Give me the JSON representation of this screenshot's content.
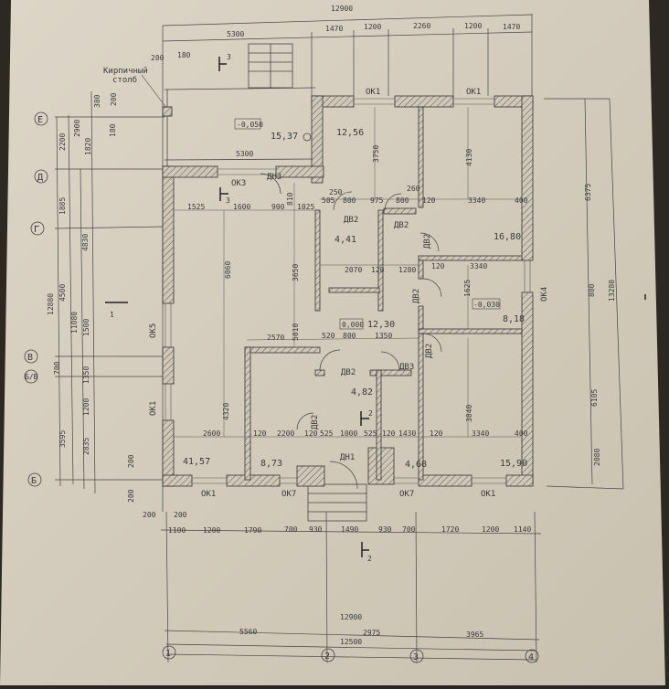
{
  "plan": {
    "top_dims": {
      "overall": "12900",
      "segments": [
        "5300",
        "1470",
        "1200",
        "2260",
        "1200",
        "1470"
      ],
      "small": [
        "200",
        "180"
      ]
    },
    "notes": {
      "brick_pillar": "Кирпичный",
      "brick_pillar_2": "столб"
    },
    "left_dims": {
      "outer": "12880",
      "mid1": "4500",
      "mid2": "11080",
      "segs_a": [
        "2200",
        "1885",
        "3595"
      ],
      "segs_b": [
        "2900",
        "4830"
      ],
      "segs_c": [
        "1820",
        "1500",
        "1350",
        "1200",
        "2835"
      ],
      "segs_d": [
        "380",
        "200",
        "180",
        "700",
        "200",
        "200"
      ]
    },
    "right_dims": {
      "outer": "13280",
      "segs": [
        "6375",
        "800",
        "6105",
        "2080"
      ]
    },
    "bottom_dims": {
      "small": [
        "200",
        "200"
      ],
      "row1": [
        "1100",
        "1200",
        "1790",
        "700",
        "930",
        "1490",
        "930",
        "700",
        "1720",
        "1200",
        "1140"
      ],
      "overall1": "12900",
      "row2": [
        "5560",
        "2975",
        "3965"
      ],
      "overall2": "12500"
    },
    "axes": {
      "vertical": [
        "1",
        "2",
        "3",
        "4"
      ],
      "horizontal": [
        "Е",
        "Д",
        "Г",
        "В",
        "Б/В",
        "Б"
      ]
    },
    "rooms": [
      {
        "area": "15,37",
        "level": "-0,050"
      },
      {
        "area": "12,56"
      },
      {
        "area": "16,80"
      },
      {
        "area": "4,41"
      },
      {
        "area": "12,30",
        "level": "0,000"
      },
      {
        "area": "8,18",
        "level": "-0,030"
      },
      {
        "area": "4,82"
      },
      {
        "area": "41,57"
      },
      {
        "area": "8,73"
      },
      {
        "area": "4,68"
      },
      {
        "area": "15,90"
      }
    ],
    "openings": {
      "ok1": "ОК1",
      "ok3": "ОК3",
      "ok4": "ОК4",
      "ok5": "ОК5",
      "ok7": "ОК7",
      "dn1": "ДН1",
      "dn3": "ДН3",
      "dv2": "ДВ2",
      "dv3": "ДВ3"
    },
    "sections": {
      "s1": "1",
      "s2": "2",
      "s3": "3"
    },
    "inner_dims": {
      "room_12_56_h": "3750",
      "room_top_right_h": "4130",
      "r1": "505",
      "r2": "800",
      "r3": "975",
      "r4": "800",
      "r5": "120",
      "r6": "3340",
      "r7": "400",
      "r8": "250",
      "r9": "260",
      "l1": "1525",
      "l2": "1600",
      "l3": "900",
      "l4": "1025",
      "l5": "810",
      "big_h": "6060",
      "mid_h": "3650",
      "hall_w": "2570",
      "hall_h": "5010",
      "k1": "2070",
      "k2": "120",
      "k3": "1280",
      "k4": "120",
      "k5": "3340",
      "b1": "2600",
      "b2": "120",
      "b3": "2200",
      "b4": "120",
      "b5": "525",
      "b6": "1000",
      "b7": "525",
      "b8": "120",
      "b9": "1430",
      "b10": "120",
      "b11": "3340",
      "b12": "400",
      "c1": "520",
      "c2": "800",
      "c3": "1350",
      "big_room_h": "4320",
      "rr_h": "3840",
      "rr_small": "1625",
      "bath_w": "5300"
    }
  }
}
